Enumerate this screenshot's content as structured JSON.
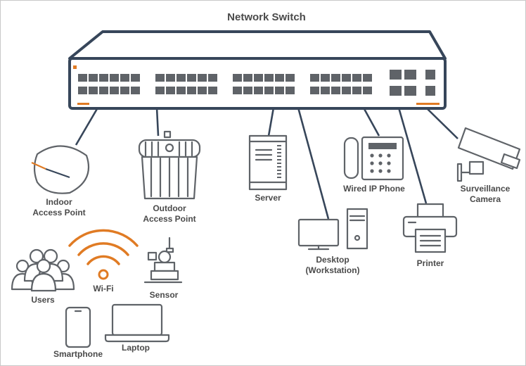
{
  "title": "Network Switch",
  "colors": {
    "accent": "#e07b24",
    "line": "#37465a",
    "icon": "#5f6368",
    "text": "#4a4a4a"
  },
  "devices": {
    "indoor_ap": {
      "line1": "Indoor",
      "line2": "Access Point",
      "icon": "indoor-access-point-icon"
    },
    "outdoor_ap": {
      "line1": "Outdoor",
      "line2": "Access Point",
      "icon": "outdoor-access-point-icon"
    },
    "server": {
      "label": "Server",
      "icon": "server-icon"
    },
    "desktop": {
      "line1": "Desktop",
      "line2": "(Workstation)",
      "icon": "desktop-icon"
    },
    "ip_phone": {
      "label": "Wired IP Phone",
      "icon": "ip-phone-icon"
    },
    "printer": {
      "label": "Printer",
      "icon": "printer-icon"
    },
    "camera": {
      "line1": "Surveillance",
      "line2": "Camera",
      "icon": "surveillance-camera-icon"
    },
    "users": {
      "label": "Users",
      "icon": "users-icon"
    },
    "wifi": {
      "label": "Wi-Fi",
      "icon": "wifi-icon"
    },
    "sensor": {
      "label": "Sensor",
      "icon": "sensor-icon"
    },
    "smartphone": {
      "label": "Smartphone",
      "icon": "smartphone-icon"
    },
    "laptop": {
      "label": "Laptop",
      "icon": "laptop-icon"
    }
  }
}
